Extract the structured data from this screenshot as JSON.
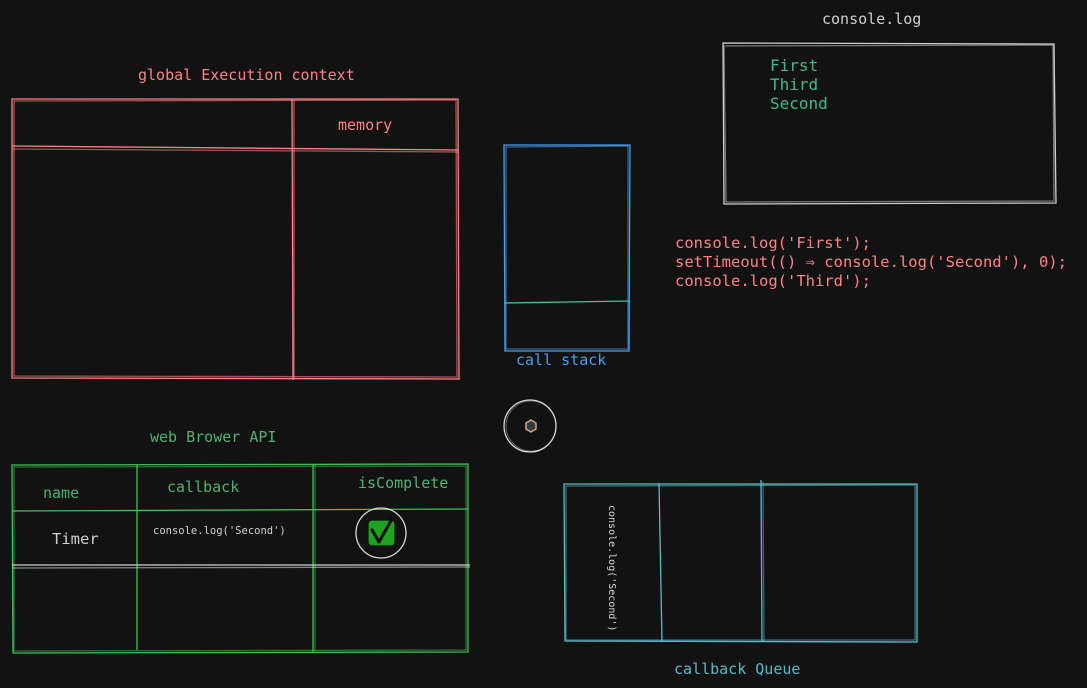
{
  "console_panel": {
    "title": "console.log",
    "lines": [
      "First",
      "Third",
      "Second"
    ]
  },
  "code_snippet": {
    "lines": [
      "console.log('First');",
      "setTimeout(() ⇒ console.log('Second'), 0);",
      "console.log('Third');"
    ]
  },
  "global_execution_context": {
    "title": "global Execution context",
    "memory_label": "memory"
  },
  "call_stack": {
    "label": "call stack"
  },
  "web_browser_api": {
    "title": "web Brower API",
    "headers": [
      "name",
      "callback",
      "isComplete"
    ],
    "rows": [
      {
        "name": "Timer",
        "callback": "console.log('Second')",
        "isComplete": "checked"
      }
    ]
  },
  "callback_queue": {
    "label": "callback Queue",
    "items": [
      "console.log('Second')"
    ]
  },
  "event_loop": {
    "icon": "event-loop-icon"
  },
  "colors": {
    "background": "#121212",
    "red": "#ff8383",
    "green": "#40c057",
    "blue": "#4a9eed",
    "cyan": "#5fb8c7",
    "console_text": "#3dbc8a",
    "check": "#22a522"
  }
}
